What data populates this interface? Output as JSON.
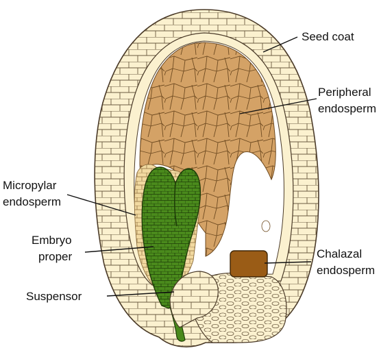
{
  "labels": {
    "seed_coat": "Seed coat",
    "peripheral_line1": "Peripheral",
    "peripheral_line2": "endosperm",
    "micropylar_line1": "Micropylar",
    "micropylar_line2": "endosperm",
    "embryo_line1": "Embryo",
    "embryo_line2": "proper",
    "chalazal_line1": "Chalazal",
    "chalazal_line2": "endosperm",
    "suspensor": "Suspensor"
  },
  "colors": {
    "seed_coat": "#fbf1cf",
    "cell_outline": "#4a3a28",
    "peripheral_endosperm": "#d4a266",
    "micropylar_endosperm": "#f1d9a0",
    "embryo": "#4a8a1c",
    "chalazal_endosperm": "#9a5c16",
    "cavity": "#ffffff"
  }
}
